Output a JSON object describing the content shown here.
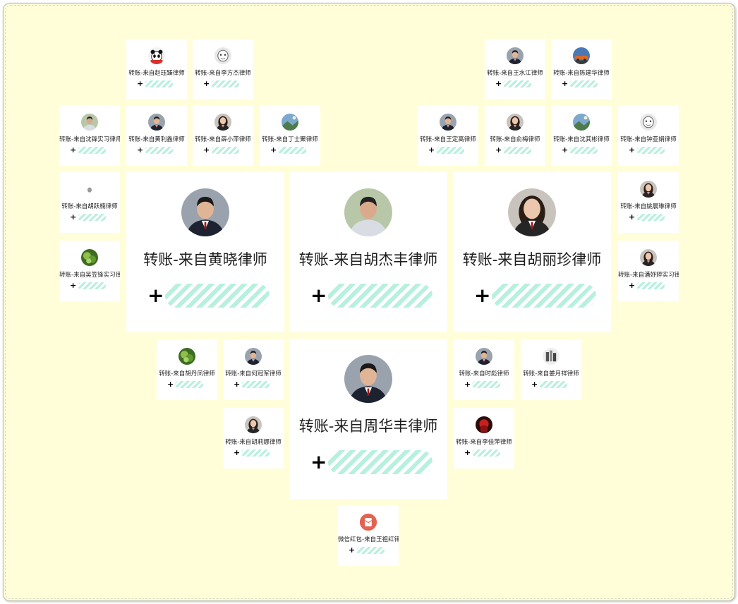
{
  "colors": {
    "background": "#fffed8",
    "card": "#ffffff",
    "bar_stripe": "#b8f0de",
    "red_packet": "#e3634f"
  },
  "amount_prefix": "+",
  "small_cards": [
    {
      "label": "转账-来自赵珏臻律师",
      "avatar": "panda-avatar"
    },
    {
      "label": "转账-来自李方杰律师",
      "avatar": "cartoon-avatar"
    },
    {
      "label": "转账-来自王水江律师",
      "avatar": "man-suit-avatar"
    },
    {
      "label": "转账-来自陈建华律师",
      "avatar": "car-avatar"
    },
    {
      "label": "转账-来自沈锋实习律师",
      "avatar": "man-outdoor-avatar"
    },
    {
      "label": "转账-来自黄利鑫律师",
      "avatar": "man-suit-avatar"
    },
    {
      "label": "转账-来自薛小萍律师",
      "avatar": "woman-avatar"
    },
    {
      "label": "转账-来自丁士聚律师",
      "avatar": "landscape-avatar"
    },
    {
      "label": "转账-来自王定高律师",
      "avatar": "man-suit-avatar"
    },
    {
      "label": "转账-来自俞梅律师",
      "avatar": "woman-avatar"
    },
    {
      "label": "转账-来自沈其彬律师",
      "avatar": "landscape-avatar"
    },
    {
      "label": "转账-来自钟亚娟律师",
      "avatar": "cartoon-avatar"
    },
    {
      "label": "转账-来自胡跃楠律师",
      "avatar": "stone-avatar"
    },
    {
      "label": "转账-来自姚晨琳律师",
      "avatar": "woman-avatar"
    },
    {
      "label": "转账-来自吴笠锋实习律师",
      "avatar": "plant-avatar"
    },
    {
      "label": "转账-来自潘妤婷实习律师",
      "avatar": "woman-avatar"
    },
    {
      "label": "转账-来自胡丹凤律师",
      "avatar": "plant-avatar"
    },
    {
      "label": "转账-来自何冠军律师",
      "avatar": "man-suit-avatar"
    },
    {
      "label": "转账-来自时彪律师",
      "avatar": "man-suit-avatar"
    },
    {
      "label": "转账-来自娄月祥律师",
      "avatar": "sketch-avatar"
    },
    {
      "label": "转账-来自胡莉娜律师",
      "avatar": "woman-avatar"
    },
    {
      "label": "转账-来自李佳萍律师",
      "avatar": "red-avatar"
    }
  ],
  "large_cards": [
    {
      "label": "转账-来自黄晓律师",
      "avatar": "man-suit-avatar"
    },
    {
      "label": "转账-来自胡杰丰律师",
      "avatar": "man-outdoor-avatar"
    },
    {
      "label": "转账-来自胡丽珍律师",
      "avatar": "woman-avatar"
    },
    {
      "label": "转账-来自周华丰律师",
      "avatar": "man-suit-avatar"
    }
  ],
  "red_packet_card": {
    "label": "微信红包-来自王祖红律师",
    "avatar": "red-packet-icon"
  }
}
